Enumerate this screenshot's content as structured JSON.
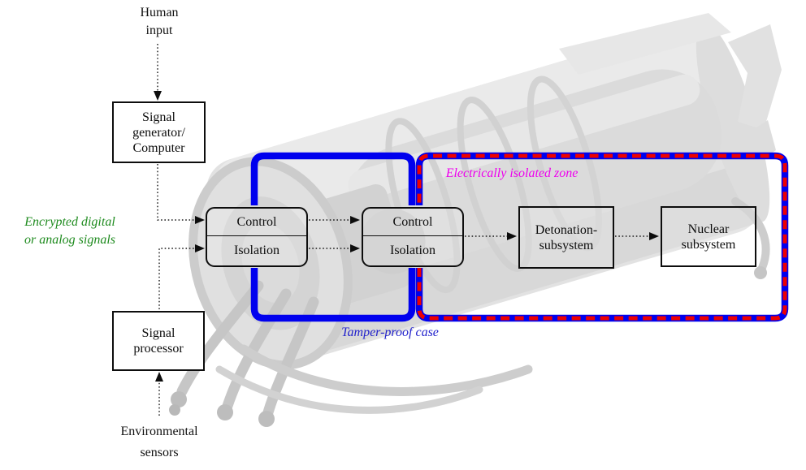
{
  "diagram": {
    "nodes": {
      "signal_generator": {
        "label": "Signal\ngenerator/\nComputer"
      },
      "signal_processor": {
        "label": "Signal\nprocessor"
      },
      "control_isolation_1": {
        "top": "Control",
        "bottom": "Isolation"
      },
      "control_isolation_2": {
        "top": "Control",
        "bottom": "Isolation"
      },
      "detonation_subsystem": {
        "label": "Detonation-\nsubsystem"
      },
      "nuclear_subsystem": {
        "label": "Nuclear\nsubsystem"
      }
    },
    "annotations": {
      "human_input": "Human\ninput",
      "environmental_sensors": "Environmental\nsensors",
      "encrypted_signals": "Encrypted digital\nor analog signals",
      "electrically_isolated_zone": "Electrically isolated zone",
      "tamper_proof_case": "Tamper-proof case"
    },
    "colors": {
      "blue_border": "#0000ee",
      "red_dash": "#ee0000",
      "green_text": "#1f8b1f",
      "magenta_text": "#ee00ee",
      "blue_text": "#2222cc"
    }
  }
}
